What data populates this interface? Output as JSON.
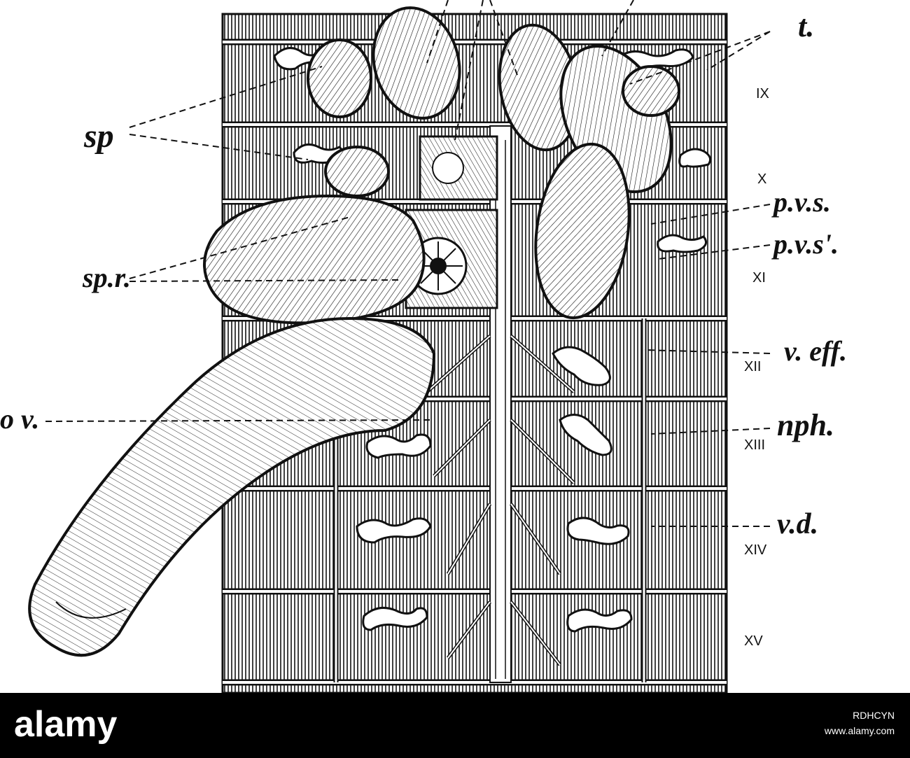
{
  "figure": {
    "labels": {
      "t": "t.",
      "sp": "sp",
      "pvs": "p.v.s.",
      "pvs2": "p.v.s'.",
      "spr": "sp.r.",
      "veff": "v. eff.",
      "ov": "o v.",
      "nph": "nph.",
      "vd": "v.d."
    },
    "segments": [
      "IX",
      "X",
      "XI",
      "XII",
      "XIII",
      "XIV",
      "XV"
    ]
  },
  "watermark": {
    "brand": "alamy",
    "image_id": "RDHCYN",
    "site": "www.alamy.com"
  },
  "colors": {
    "ink": "#111111",
    "paper": "#ffffff",
    "footer": "#000000"
  }
}
